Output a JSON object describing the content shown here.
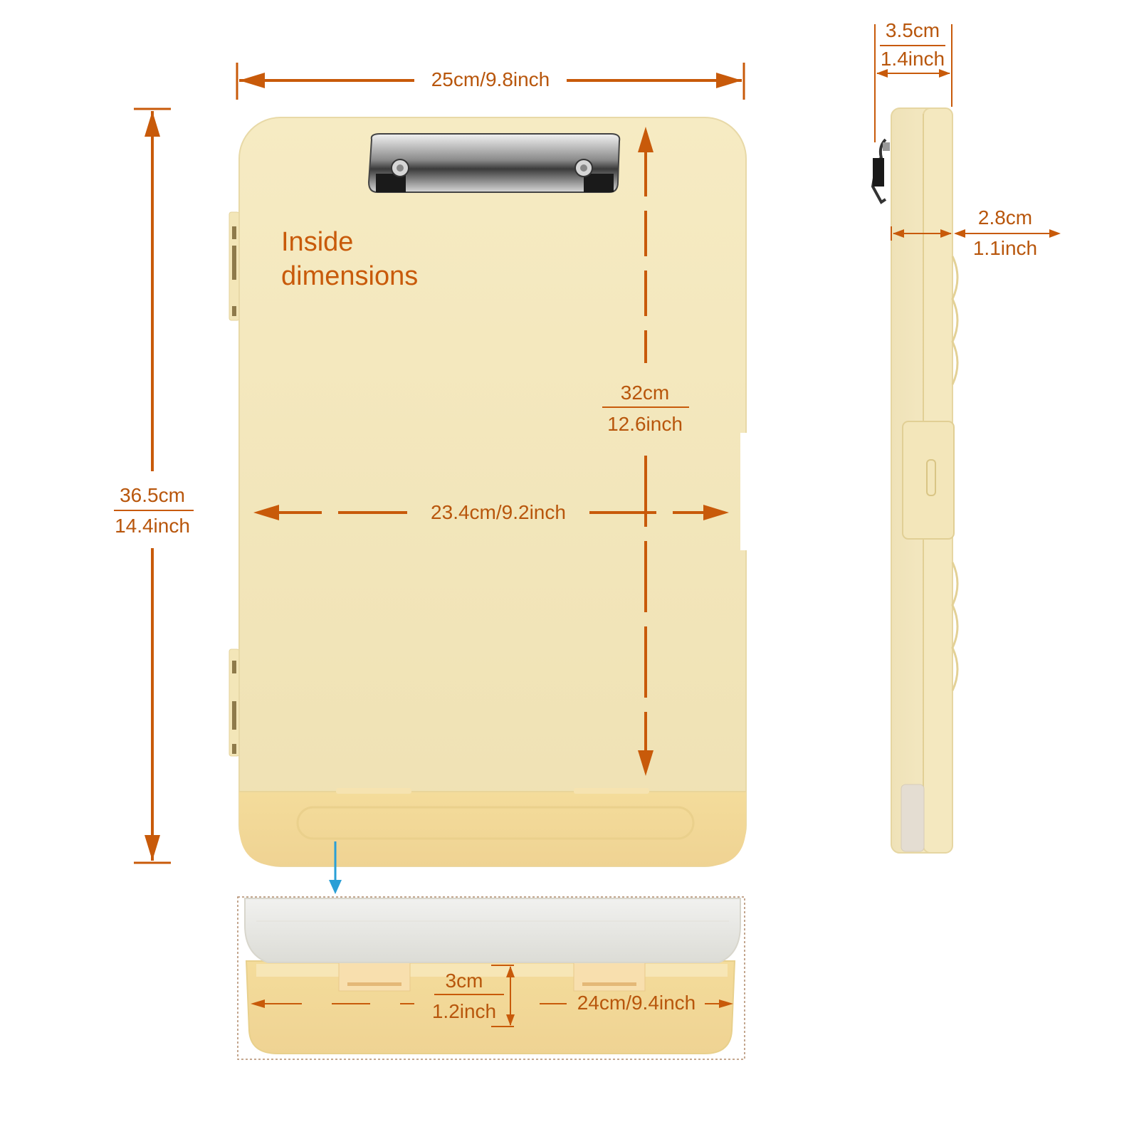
{
  "colors": {
    "accent_orange": "#c85a0a",
    "pointer_blue": "#2a9fd6",
    "board_yellow": "#f3e7bd",
    "tray_yellow": "#f1d99a",
    "lid_clear": "#eeeeea"
  },
  "labels": {
    "inside_line1": "Inside",
    "inside_line2": "dimensions"
  },
  "dimensions": {
    "outer_width": "25cm/9.8inch",
    "outer_height_cm": "36.5cm",
    "outer_height_in": "14.4inch",
    "inner_height_cm": "32cm",
    "inner_height_in": "12.6inch",
    "inner_width": "23.4cm/9.2inch",
    "depth_total_cm": "3.5cm",
    "depth_total_in": "1.4inch",
    "depth_body_cm": "2.8cm",
    "depth_body_in": "1.1inch",
    "tray_height_cm": "3cm",
    "tray_height_in": "1.2inch",
    "tray_width": "24cm/9.4inch"
  }
}
